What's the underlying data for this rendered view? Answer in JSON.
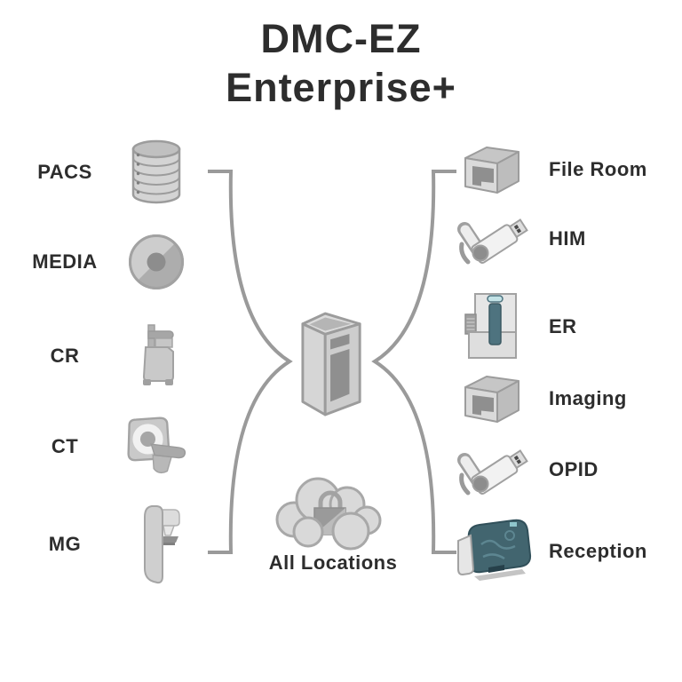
{
  "title": {
    "line1": "DMC-EZ",
    "line2": "Enterprise+"
  },
  "left_items": [
    {
      "label": "PACS",
      "icon": "database-icon"
    },
    {
      "label": "MEDIA",
      "icon": "disc-icon"
    },
    {
      "label": "CR",
      "icon": "cr-xray-machine-icon"
    },
    {
      "label": "CT",
      "icon": "ct-scanner-icon"
    },
    {
      "label": "MG",
      "icon": "mammography-machine-icon"
    }
  ],
  "right_items": [
    {
      "label": "File Room",
      "icon": "storage-box-icon"
    },
    {
      "label": "HIM",
      "icon": "usb-drive-icon"
    },
    {
      "label": "ER",
      "icon": "cr-reader-icon"
    },
    {
      "label": "Imaging",
      "icon": "storage-box-icon"
    },
    {
      "label": "OPID",
      "icon": "usb-drive-icon"
    },
    {
      "label": "Reception",
      "icon": "scanner-icon"
    }
  ],
  "center": {
    "icon": "server-tower-icon"
  },
  "bottom": {
    "label": "All Locations",
    "icon": "cloud-lock-icon"
  },
  "colors": {
    "text": "#2d2d2d",
    "connector": "#9a9a9a",
    "icon_gray": "#cfcfcf",
    "icon_outline": "#9c9c9c",
    "accent_teal": "#4e737f",
    "reception_teal": "#42656f"
  }
}
